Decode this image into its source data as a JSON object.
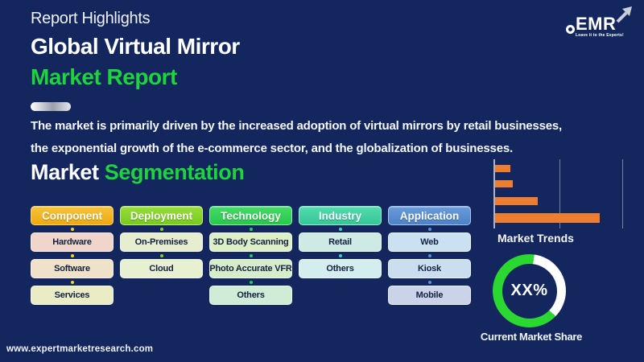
{
  "header": {
    "eyebrow": "Report Highlights",
    "title_line1": "Global Virtual Mirror",
    "title_line2": "Market Report"
  },
  "logo": {
    "name": "EMR",
    "tagline": "Leave it to the Experts!"
  },
  "description": {
    "line1": "The market is primarily driven by the increased adoption of virtual mirrors by retail businesses,",
    "line2": "the exponential growth of the e-commerce sector, and the globalization of businesses."
  },
  "segmentation": {
    "title_part1": "Market ",
    "title_part2": "Segmentation",
    "columns": [
      {
        "label": "Component",
        "header_color": "#f2ae17",
        "dot_color": "#f5d41f",
        "items": [
          "Hardware",
          "Software",
          "Services"
        ]
      },
      {
        "label": "Deployment",
        "header_color": "#85d329",
        "dot_color": "#7fd41f",
        "items": [
          "On-Premises",
          "Cloud"
        ]
      },
      {
        "label": "Technology",
        "header_color": "#2fcf54",
        "dot_color": "#26cd57",
        "items": [
          "3D Body Scanning",
          "Photo Accurate VFR",
          "Others"
        ]
      },
      {
        "label": "Industry",
        "header_color": "#3ed0a2",
        "dot_color": "#38d3c0",
        "items": [
          "Retail",
          "Others"
        ]
      },
      {
        "label": "Application",
        "header_color": "#5a8ed4",
        "dot_color": "#4f93da",
        "items": [
          "Web",
          "Kiosk",
          "Mobile"
        ]
      }
    ]
  },
  "chart_data": [
    {
      "type": "bar",
      "orientation": "horizontal",
      "title": "Market Trends",
      "values": [
        12,
        14,
        33,
        81
      ],
      "value_unit": "relative-percent-of-axis-max",
      "axis": {
        "xlim": [
          0,
          100
        ],
        "gridlines_at": [
          50,
          100
        ],
        "tick_labels_shown": false
      },
      "bar_color": "#ed7d31"
    },
    {
      "type": "pie",
      "subtype": "donut",
      "title": "Current Market Share",
      "center_label": "XX%",
      "start_angle_deg": 8,
      "segments": [
        {
          "name": "market-share",
          "value": 65,
          "color": "#2bd832"
        },
        {
          "name": "remainder",
          "value": 35,
          "color": "#ffffff"
        }
      ]
    }
  ],
  "footer": {
    "url": "www.expertmarketresearch.com"
  }
}
